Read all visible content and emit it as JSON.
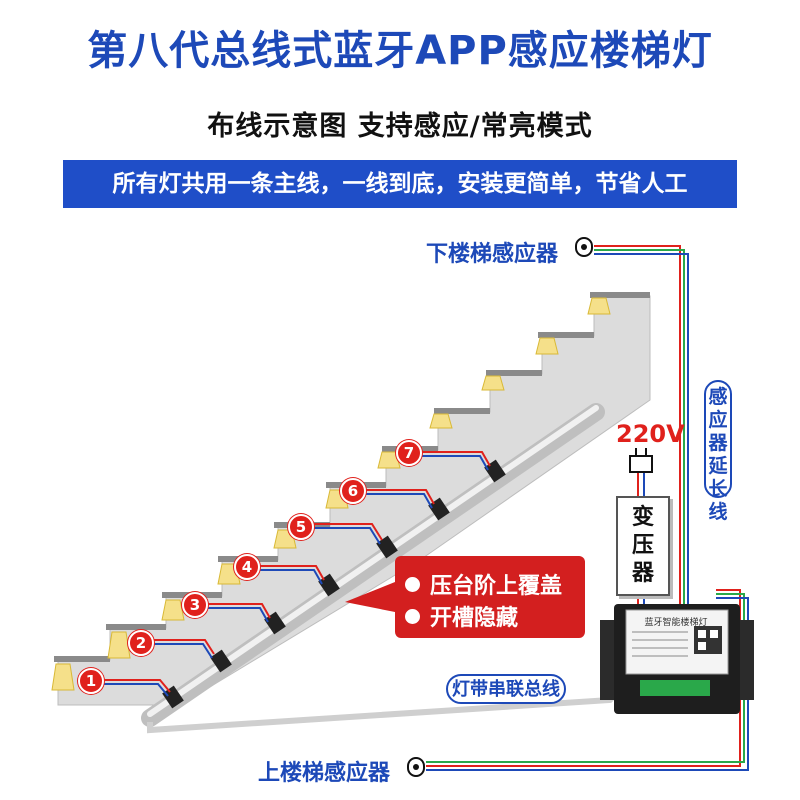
{
  "header": {
    "title": "第八代总线式蓝牙APP感应楼梯灯",
    "subtitle": "布线示意图  支持感应/常亮模式",
    "banner": "所有灯共用一条主线，一线到底，安装更简单，节省人工"
  },
  "labels": {
    "downstairs_sensor": "下楼梯感应器",
    "upstairs_sensor": "上楼梯感应器",
    "voltage": "220V",
    "extension": "感应器延长线",
    "bus": "灯带串联总线",
    "transformer": "变压器",
    "controller": "蓝牙智能楼梯灯"
  },
  "callout": {
    "items": [
      "压台阶上覆盖",
      "开槽隐藏"
    ]
  },
  "steps": [
    "1",
    "2",
    "3",
    "4",
    "5",
    "6",
    "7"
  ],
  "colors": {
    "title_blue": "#1d49b8",
    "banner_blue": "#1f4ec8",
    "accent_red": "#e0211c",
    "wire_green": "#2aa84a"
  }
}
